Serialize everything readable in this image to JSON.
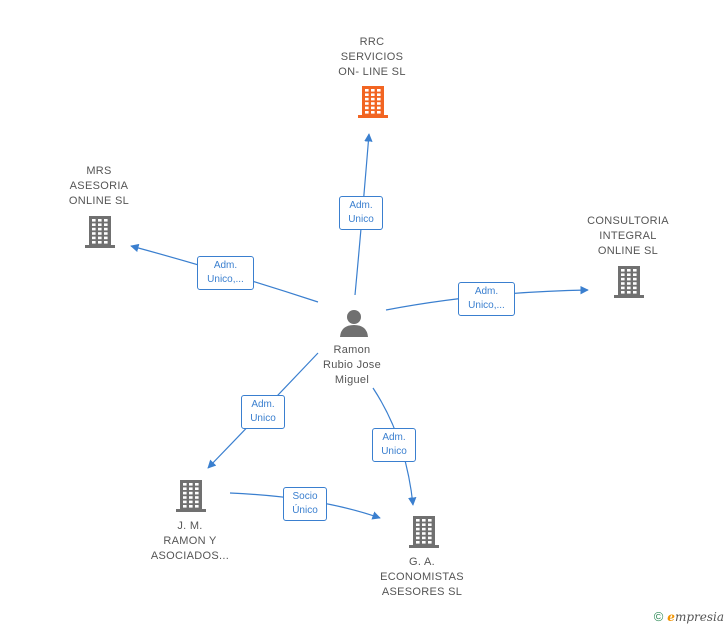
{
  "colors": {
    "edge": "#3a7fcf",
    "building_default": "#707070",
    "building_highlight": "#f26522",
    "person": "#707070",
    "label": "#555555"
  },
  "nodes": [
    {
      "id": "rrc",
      "type": "company",
      "highlight": true,
      "label": "RRC\nSERVICIOS\nON- LINE  SL",
      "icon": "building-icon"
    },
    {
      "id": "mrs",
      "type": "company",
      "highlight": false,
      "label": "MRS\nASESORIA\nONLINE  SL",
      "icon": "building-icon"
    },
    {
      "id": "consultoria",
      "type": "company",
      "highlight": false,
      "label": "CONSULTORIA\nINTEGRAL\nONLINE  SL",
      "icon": "building-icon"
    },
    {
      "id": "ramon",
      "type": "person",
      "highlight": false,
      "label": "Ramon\nRubio Jose\nMiguel",
      "icon": "person-icon"
    },
    {
      "id": "jm",
      "type": "company",
      "highlight": false,
      "label": "J.  M.\nRAMON Y\nASOCIADOS...",
      "icon": "building-icon"
    },
    {
      "id": "ga",
      "type": "company",
      "highlight": false,
      "label": "G. A.\nECONOMISTAS\nASESORES  SL",
      "icon": "building-icon"
    }
  ],
  "edges": [
    {
      "id": "e1",
      "from": "ramon",
      "to": "rrc",
      "label": "Adm.\nUnico"
    },
    {
      "id": "e2",
      "from": "ramon",
      "to": "mrs",
      "label": "Adm.\nUnico,..."
    },
    {
      "id": "e3",
      "from": "ramon",
      "to": "consultoria",
      "label": "Adm.\nUnico,..."
    },
    {
      "id": "e4",
      "from": "ramon",
      "to": "jm",
      "label": "Adm.\nUnico"
    },
    {
      "id": "e5",
      "from": "ramon",
      "to": "ga",
      "label": "Adm.\nUnico"
    },
    {
      "id": "e6",
      "from": "jm",
      "to": "ga",
      "label": "Socio\nÚnico"
    }
  ],
  "footer": {
    "copyright": "©",
    "brand_initial": "e",
    "brand_rest": "mpresia"
  }
}
